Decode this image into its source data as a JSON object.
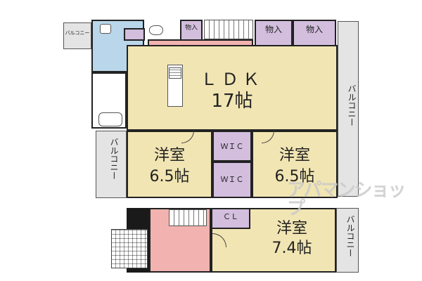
{
  "floorplan": {
    "ldk": {
      "name": "ＬＤＫ",
      "size": "17帖"
    },
    "western_room_left": {
      "name": "洋室",
      "size": "6.5帖"
    },
    "western_room_right": {
      "name": "洋室",
      "size": "6.5帖"
    },
    "western_room_bottom": {
      "name": "洋室",
      "size": "7.4帖"
    },
    "wic_top": "ＷＩＣ",
    "wic_bottom": "ＷＩＣ",
    "closet": "ＣＬ",
    "storage_1": "物入",
    "storage_2": "物入",
    "storage_3": "物入",
    "balcony_top_left": "バルコニー",
    "balcony_left": "バルコニー",
    "balcony_right_top": "バルコニー",
    "balcony_right_bottom": "バルコニー",
    "watermark": "アパマンショップ",
    "colors": {
      "ldk": "#f1e5b3",
      "hall": "#f2b3b0",
      "wet_area": "#b9d6ea",
      "closet": "#d3bede",
      "balcony": "#e4e4e4"
    }
  }
}
